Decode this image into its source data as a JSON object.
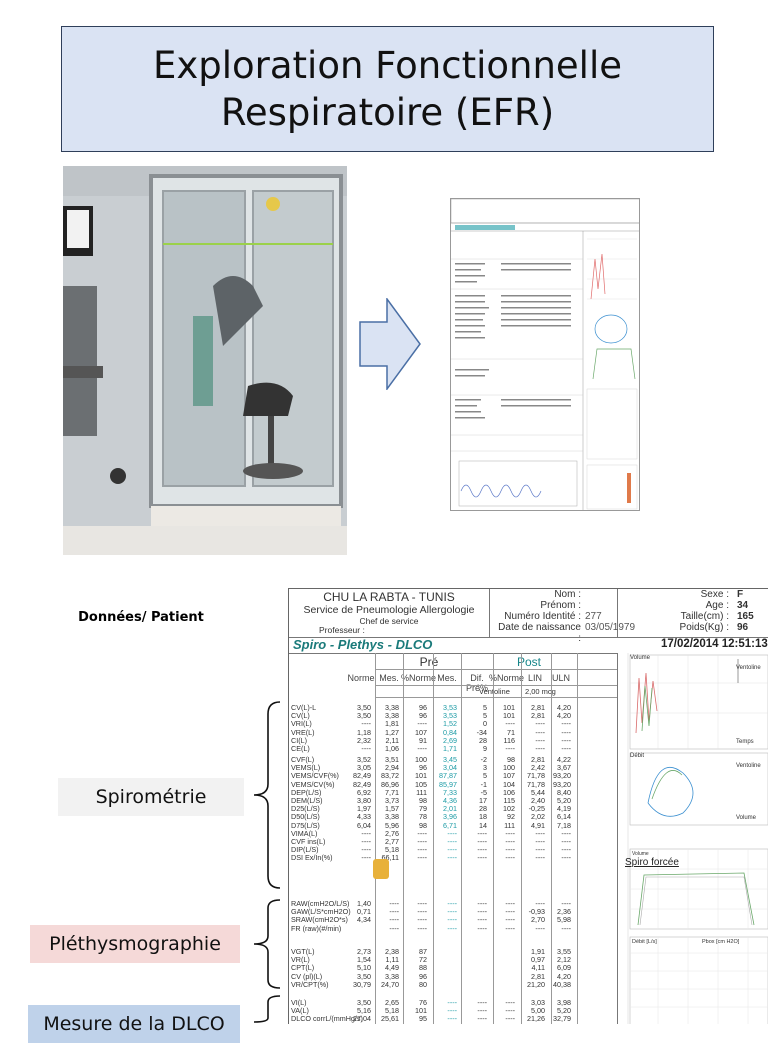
{
  "slide": {
    "title_line1": "Exploration Fonctionnelle",
    "title_line2": "Respiratoire (EFR)",
    "patient_label": "Données/ Patient",
    "sections": {
      "spiro": "Spirométrie",
      "pleth": "Pléthysmographie",
      "dlco": "Mesure de la DLCO"
    }
  },
  "report": {
    "hospital": "CHU LA RABTA - TUNIS",
    "service": "Service de Pneumologie Allergologie",
    "chef": "Chef de service",
    "professeur": "Professeur :",
    "id_labels": [
      "Nom :",
      "Prénom :",
      "Numéro Identité :",
      "Date de naissance :"
    ],
    "id_values": [
      "",
      "",
      "277",
      "03/05/1979"
    ],
    "sex_labels": [
      "Sexe :",
      "Age :",
      "Taille(cm) :",
      "Poids(Kg) :"
    ],
    "sex_values": [
      "F",
      "34",
      "165",
      "96"
    ],
    "module": "Spiro - Plethys - DLCO",
    "datetime": "17/02/2014   12:51:13",
    "col_pre": "Pré",
    "col_post": "Post",
    "columns": [
      "Norme",
      "Mes.",
      "%Norme",
      "Mes.",
      "Dif. Pré%",
      "%Norme",
      "LIN",
      "ULN"
    ],
    "ventoline": "Ventoline",
    "dose": "2,00 mcg",
    "chart_labels": [
      "Volume",
      "Ventoline",
      "Temps",
      "Débit",
      "Ventoline",
      "Volume",
      "Spiro forcée",
      "Volume",
      "Débit [L/s]",
      "Pbox [cm H2O]"
    ],
    "rows": [
      [
        "CV(L)-L",
        "3,50",
        "3,38",
        "96",
        "3,53",
        "5",
        "101",
        "2,81",
        "4,20"
      ],
      [
        "CV(L)",
        "3,50",
        "3,38",
        "96",
        "3,53",
        "5",
        "101",
        "2,81",
        "4,20"
      ],
      [
        "VRI(L)",
        "----",
        "1,81",
        "----",
        "1,52",
        "0",
        "----",
        "----",
        "----"
      ],
      [
        "VRE(L)",
        "1,18",
        "1,27",
        "107",
        "0,84",
        "-34",
        "71",
        "----",
        "----"
      ],
      [
        "CI(L)",
        "2,32",
        "2,11",
        "91",
        "2,69",
        "28",
        "116",
        "----",
        "----"
      ],
      [
        "CE(L)",
        "----",
        "1,06",
        "----",
        "1,71",
        "9",
        "----",
        "----",
        "----"
      ],
      [
        "CVF(L)",
        "3,52",
        "3,51",
        "100",
        "3,45",
        "-2",
        "98",
        "2,81",
        "4,22"
      ],
      [
        "VEMS(L)",
        "3,05",
        "2,94",
        "96",
        "3,04",
        "3",
        "100",
        "2,42",
        "3,67"
      ],
      [
        "VEMS/CVF(%)",
        "82,49",
        "83,72",
        "101",
        "87,87",
        "5",
        "107",
        "71,78",
        "93,20"
      ],
      [
        "VEMS/CV(%)",
        "82,49",
        "86,96",
        "105",
        "85,97",
        "-1",
        "104",
        "71,78",
        "93,20"
      ],
      [
        "DEP(L/S)",
        "6,92",
        "7,71",
        "111",
        "7,33",
        "-5",
        "106",
        "5,44",
        "8,40"
      ],
      [
        "DEM(L/S)",
        "3,80",
        "3,73",
        "98",
        "4,36",
        "17",
        "115",
        "2,40",
        "5,20"
      ],
      [
        "D25(L/S)",
        "1,97",
        "1,57",
        "79",
        "2,01",
        "28",
        "102",
        "-0,25",
        "4,19"
      ],
      [
        "D50(L/S)",
        "4,33",
        "3,38",
        "78",
        "3,96",
        "18",
        "92",
        "2,02",
        "6,14"
      ],
      [
        "D75(L/S)",
        "6,04",
        "5,96",
        "98",
        "6,71",
        "14",
        "111",
        "4,91",
        "7,18"
      ],
      [
        "VIMA(L)",
        "----",
        "2,76",
        "----",
        "----",
        "----",
        "----",
        "----",
        "----"
      ],
      [
        "CVF ins(L)",
        "----",
        "2,77",
        "----",
        "----",
        "----",
        "----",
        "----",
        "----"
      ],
      [
        "DIP(L/S)",
        "----",
        "5,18",
        "----",
        "----",
        "----",
        "----",
        "----",
        "----"
      ],
      [
        "DSI Ex/In(%)",
        "----",
        "66,11",
        "----",
        "----",
        "----",
        "----",
        "----",
        "----"
      ],
      [
        "RAW(cmH2O/L/S)",
        "1,40",
        "----",
        "----",
        "----",
        "----",
        "----",
        "----",
        "----"
      ],
      [
        "GAW(L/S*cmH2O)",
        "0,71",
        "----",
        "----",
        "----",
        "----",
        "----",
        "-0,93",
        "2,36"
      ],
      [
        "SRAW(cmH2O*s)",
        "4,34",
        "----",
        "----",
        "----",
        "----",
        "----",
        "2,70",
        "5,98"
      ],
      [
        "FR (raw)(#/min)",
        "",
        "----",
        "----",
        "----",
        "----",
        "----",
        "----",
        "----"
      ],
      [
        "VGT(L)",
        "2,73",
        "2,38",
        "87",
        "",
        "",
        "",
        "1,91",
        "3,55"
      ],
      [
        "VR(L)",
        "1,54",
        "1,11",
        "72",
        "",
        "",
        "",
        "0,97",
        "2,12"
      ],
      [
        "CPT(L)",
        "5,10",
        "4,49",
        "88",
        "",
        "",
        "",
        "4,11",
        "6,09"
      ],
      [
        "CV (pl)(L)",
        "3,50",
        "3,38",
        "96",
        "",
        "",
        "",
        "2,81",
        "4,20"
      ],
      [
        "VR/CPT(%)",
        "30,79",
        "24,70",
        "80",
        "",
        "",
        "",
        "21,20",
        "40,38"
      ],
      [
        "VI(L)",
        "3,50",
        "2,65",
        "76",
        "----",
        "----",
        "----",
        "3,03",
        "3,98"
      ],
      [
        "VA(L)",
        "5,16",
        "5,18",
        "101",
        "----",
        "----",
        "----",
        "5,00",
        "5,20"
      ],
      [
        "DLCO corrL/(mmHg/s)",
        "27,04",
        "25,61",
        "95",
        "----",
        "----",
        "----",
        "21,26",
        "32,79"
      ]
    ]
  }
}
